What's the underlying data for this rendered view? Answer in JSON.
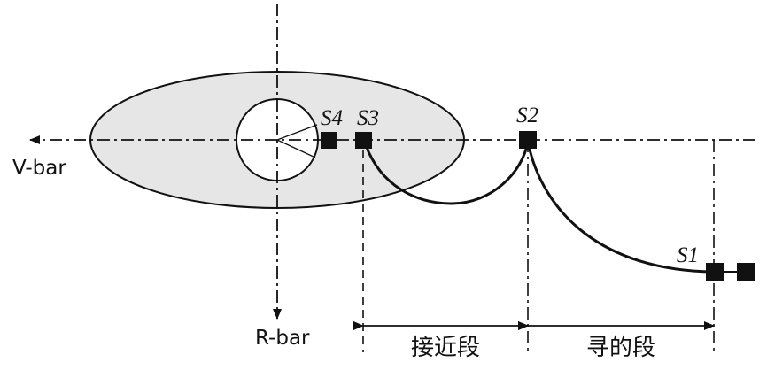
{
  "labels": {
    "v_bar": "V-bar",
    "r_bar": "R-bar",
    "s1": "S1",
    "s2": "S2",
    "s3": "S3",
    "s4": "S4",
    "approach_segment": "接近段",
    "homing_segment": "寻的段"
  },
  "colors": {
    "zone_fill": "#e6e6e6",
    "stroke": "#111111",
    "background": "#ffffff"
  }
}
